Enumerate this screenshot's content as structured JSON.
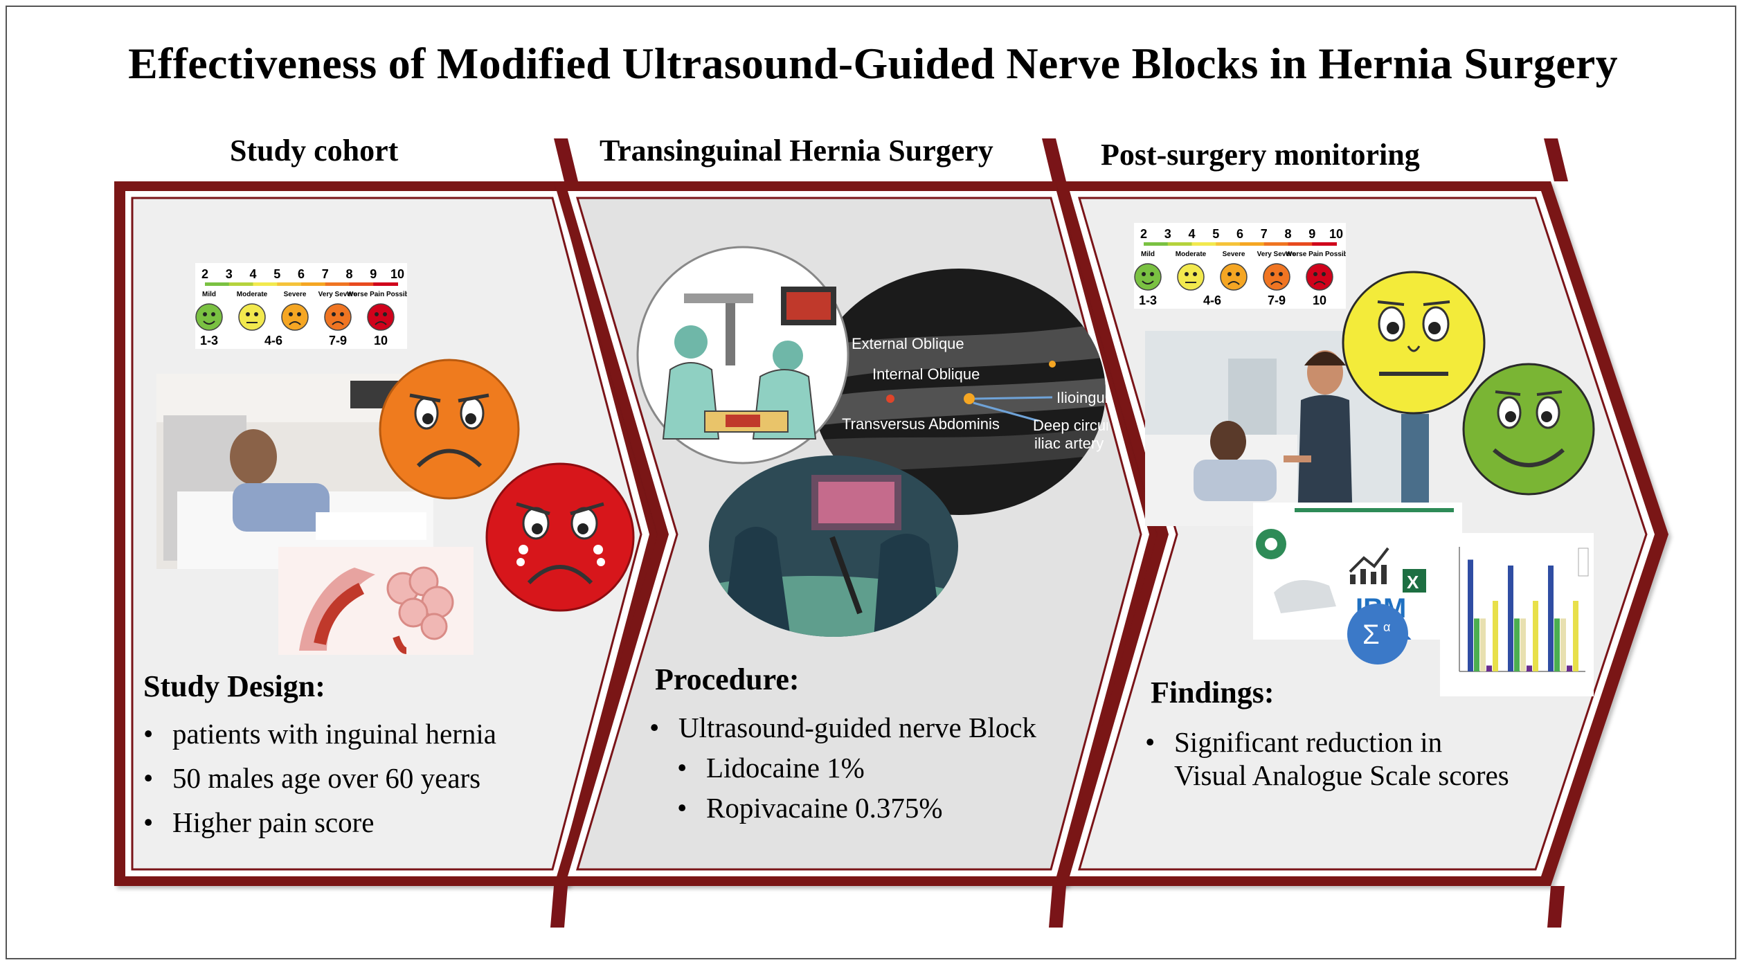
{
  "title": "Effectiveness of Modified Ultrasound-Guided Nerve Blocks in Hernia Surgery",
  "colors": {
    "arrow_border": "#7a1418",
    "arrow_fill": "#eeeeee",
    "middle_fill": "#e2e2e2"
  },
  "stages": [
    {
      "heading": "Study cohort",
      "section_title": "Study Design:",
      "bullets": [
        "patients with inguinal hernia",
        "50 males age over 60 years",
        "Higher pain score"
      ]
    },
    {
      "heading": "Transinguinal Hernia Surgery",
      "section_title": "Procedure:",
      "bullets": [
        "Ultrasound-guided nerve Block"
      ],
      "sub_bullets": [
        "Lidocaine 1%",
        "Ropivacaine 0.375%"
      ]
    },
    {
      "heading": "Post-surgery monitoring",
      "section_title": "Findings:",
      "bullets": [
        "Significant reduction in"
      ],
      "bullet_continuation": "Visual Analogue Scale scores"
    }
  ],
  "pain_scale": {
    "numbers": [
      "2",
      "3",
      "4",
      "5",
      "6",
      "7",
      "8",
      "9",
      "10"
    ],
    "labels": [
      "Mild",
      "Moderate",
      "Severe",
      "Very Severe",
      "Worse Pain Possible"
    ],
    "ranges": [
      "1-3",
      "4-6",
      "7-9",
      "10"
    ],
    "face_colors": [
      "#7ac142",
      "#f2e94e",
      "#f5a623",
      "#f07522",
      "#d0021b"
    ]
  },
  "ultrasound_labels": [
    "External Oblique",
    "Internal Oblique",
    "Transversus Abdominis",
    "Ilioinguin",
    "Deep circum",
    "iliac artery"
  ],
  "software_logos": [
    "IBM"
  ],
  "chart_bars": [
    {
      "group": 1,
      "values": [
        0.95,
        0.45,
        0.45,
        0.6,
        0.05
      ]
    },
    {
      "group": 2,
      "values": [
        0.9,
        0.45,
        0.45,
        0.6,
        0.05
      ]
    },
    {
      "group": 3,
      "values": [
        0.9,
        0.45,
        0.45,
        0.6,
        0.05
      ]
    }
  ]
}
